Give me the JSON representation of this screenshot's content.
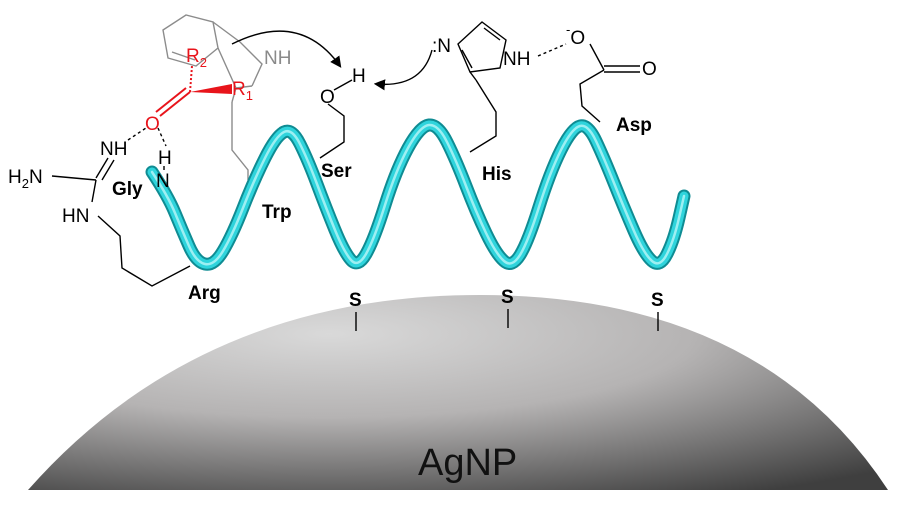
{
  "nanoparticle": {
    "label": "AgNP"
  },
  "residues": {
    "gly": "Gly",
    "arg": "Arg",
    "trp": "Trp",
    "ser": "Ser",
    "his": "His",
    "asp": "Asp"
  },
  "anchors": [
    "S",
    "S",
    "S"
  ],
  "atoms": {
    "r2": "R",
    "r2_sub": "2",
    "r1": "R",
    "r1_sub": "1",
    "carbonyl_o": "O",
    "trp_nh": "NH",
    "ser_o": "O",
    "ser_h": "H",
    "his_n": ":N",
    "his_nh": "NH",
    "asp_o_minus": "O",
    "asp_charge": "-",
    "asp_o": "O",
    "arg_nh": "NH",
    "arg_h2n": "H",
    "arg_h2n_sub": "2",
    "arg_h2n_n": "N",
    "arg_hn": "HN",
    "gly_h": "H",
    "gly_n": "N"
  },
  "colors": {
    "helix": "#2fd4dc",
    "helix_dark": "#0f8c93",
    "nanoparticle_light": "#cfcfcf",
    "nanoparticle_dark": "#4a4a4a",
    "substrate_red": "#e8141b",
    "grey_ring": "#8c8c8c"
  }
}
